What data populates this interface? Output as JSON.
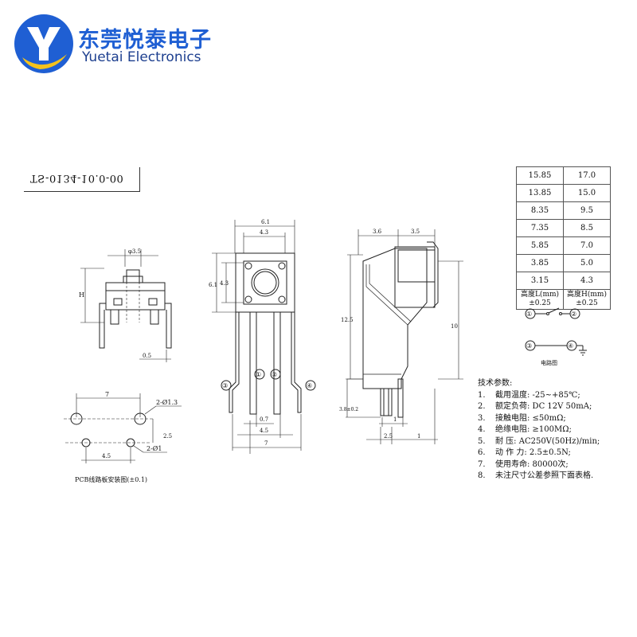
{
  "brand": {
    "name_cn": "东莞悦泰电子",
    "name_en": "Yuetai Electronics",
    "logo_colors": {
      "blue": "#1f5fd3",
      "yellow": "#f4c21c"
    }
  },
  "part_number": "TS-0134-10.0-00",
  "size_table": {
    "rows": [
      [
        "15.85",
        "17.0"
      ],
      [
        "13.85",
        "15.0"
      ],
      [
        "8.35",
        "9.5"
      ],
      [
        "7.35",
        "8.5"
      ],
      [
        "5.85",
        "7.0"
      ],
      [
        "3.85",
        "5.0"
      ],
      [
        "3.15",
        "4.3"
      ]
    ],
    "header_l": "高度L(mm)",
    "header_h": "高度H(mm)",
    "tol_l": "±0.25",
    "tol_h": "±0.25"
  },
  "side_view": {
    "dim_phi": "φ3.5",
    "dim_h": "H",
    "dim_0_5": "0.5"
  },
  "front_view": {
    "dim_6_1_top": "6.1",
    "dim_4_3_top": "4.3",
    "dim_6_1_left": "6.1",
    "dim_4_3_left": "4.3",
    "dim_0_7": "0.7",
    "dim_4_5": "4.5",
    "dim_7": "7",
    "pins": [
      "①",
      "②",
      "③",
      "④"
    ]
  },
  "right_view": {
    "dim_3_6": "3.6",
    "dim_3_5": "3.5",
    "dim_12_5": "12.5",
    "dim_10": "10",
    "dim_3_8": "3.8±0.2",
    "dim_1_small": "1",
    "dim_2_5": "2.5",
    "dim_1": "1"
  },
  "pcb_layout": {
    "dim_7": "7",
    "dim_2_5": "2.5",
    "dim_4_5": "4.5",
    "hole_large": "2-Ø1.3",
    "hole_small": "2-Ø1",
    "caption": "PCB线路板安装图(±0.1)"
  },
  "circuit": {
    "pin1": "①",
    "pin2": "②",
    "pin3": "③",
    "pin4": "④",
    "caption": "电路图"
  },
  "specs": {
    "title": "技术参数:",
    "items": [
      {
        "num": "1.",
        "text": "截用温度: -25~+85℃;"
      },
      {
        "num": "2.",
        "text": "额定负荷: DC 12V 50mA;"
      },
      {
        "num": "3.",
        "text": "接触电阻: ≤50mΩ;"
      },
      {
        "num": "4.",
        "text": "绝缘电阻: ≥100MΩ;"
      },
      {
        "num": "5.",
        "text": "耐    压: AC250V(50Hz)/min;"
      },
      {
        "num": "6.",
        "text": "动 作 力: 2.5±0.5N;"
      },
      {
        "num": "7.",
        "text": "使用寿命: 80000次;"
      },
      {
        "num": "8.",
        "text": "未注尺寸公差参照下面表格."
      }
    ]
  }
}
